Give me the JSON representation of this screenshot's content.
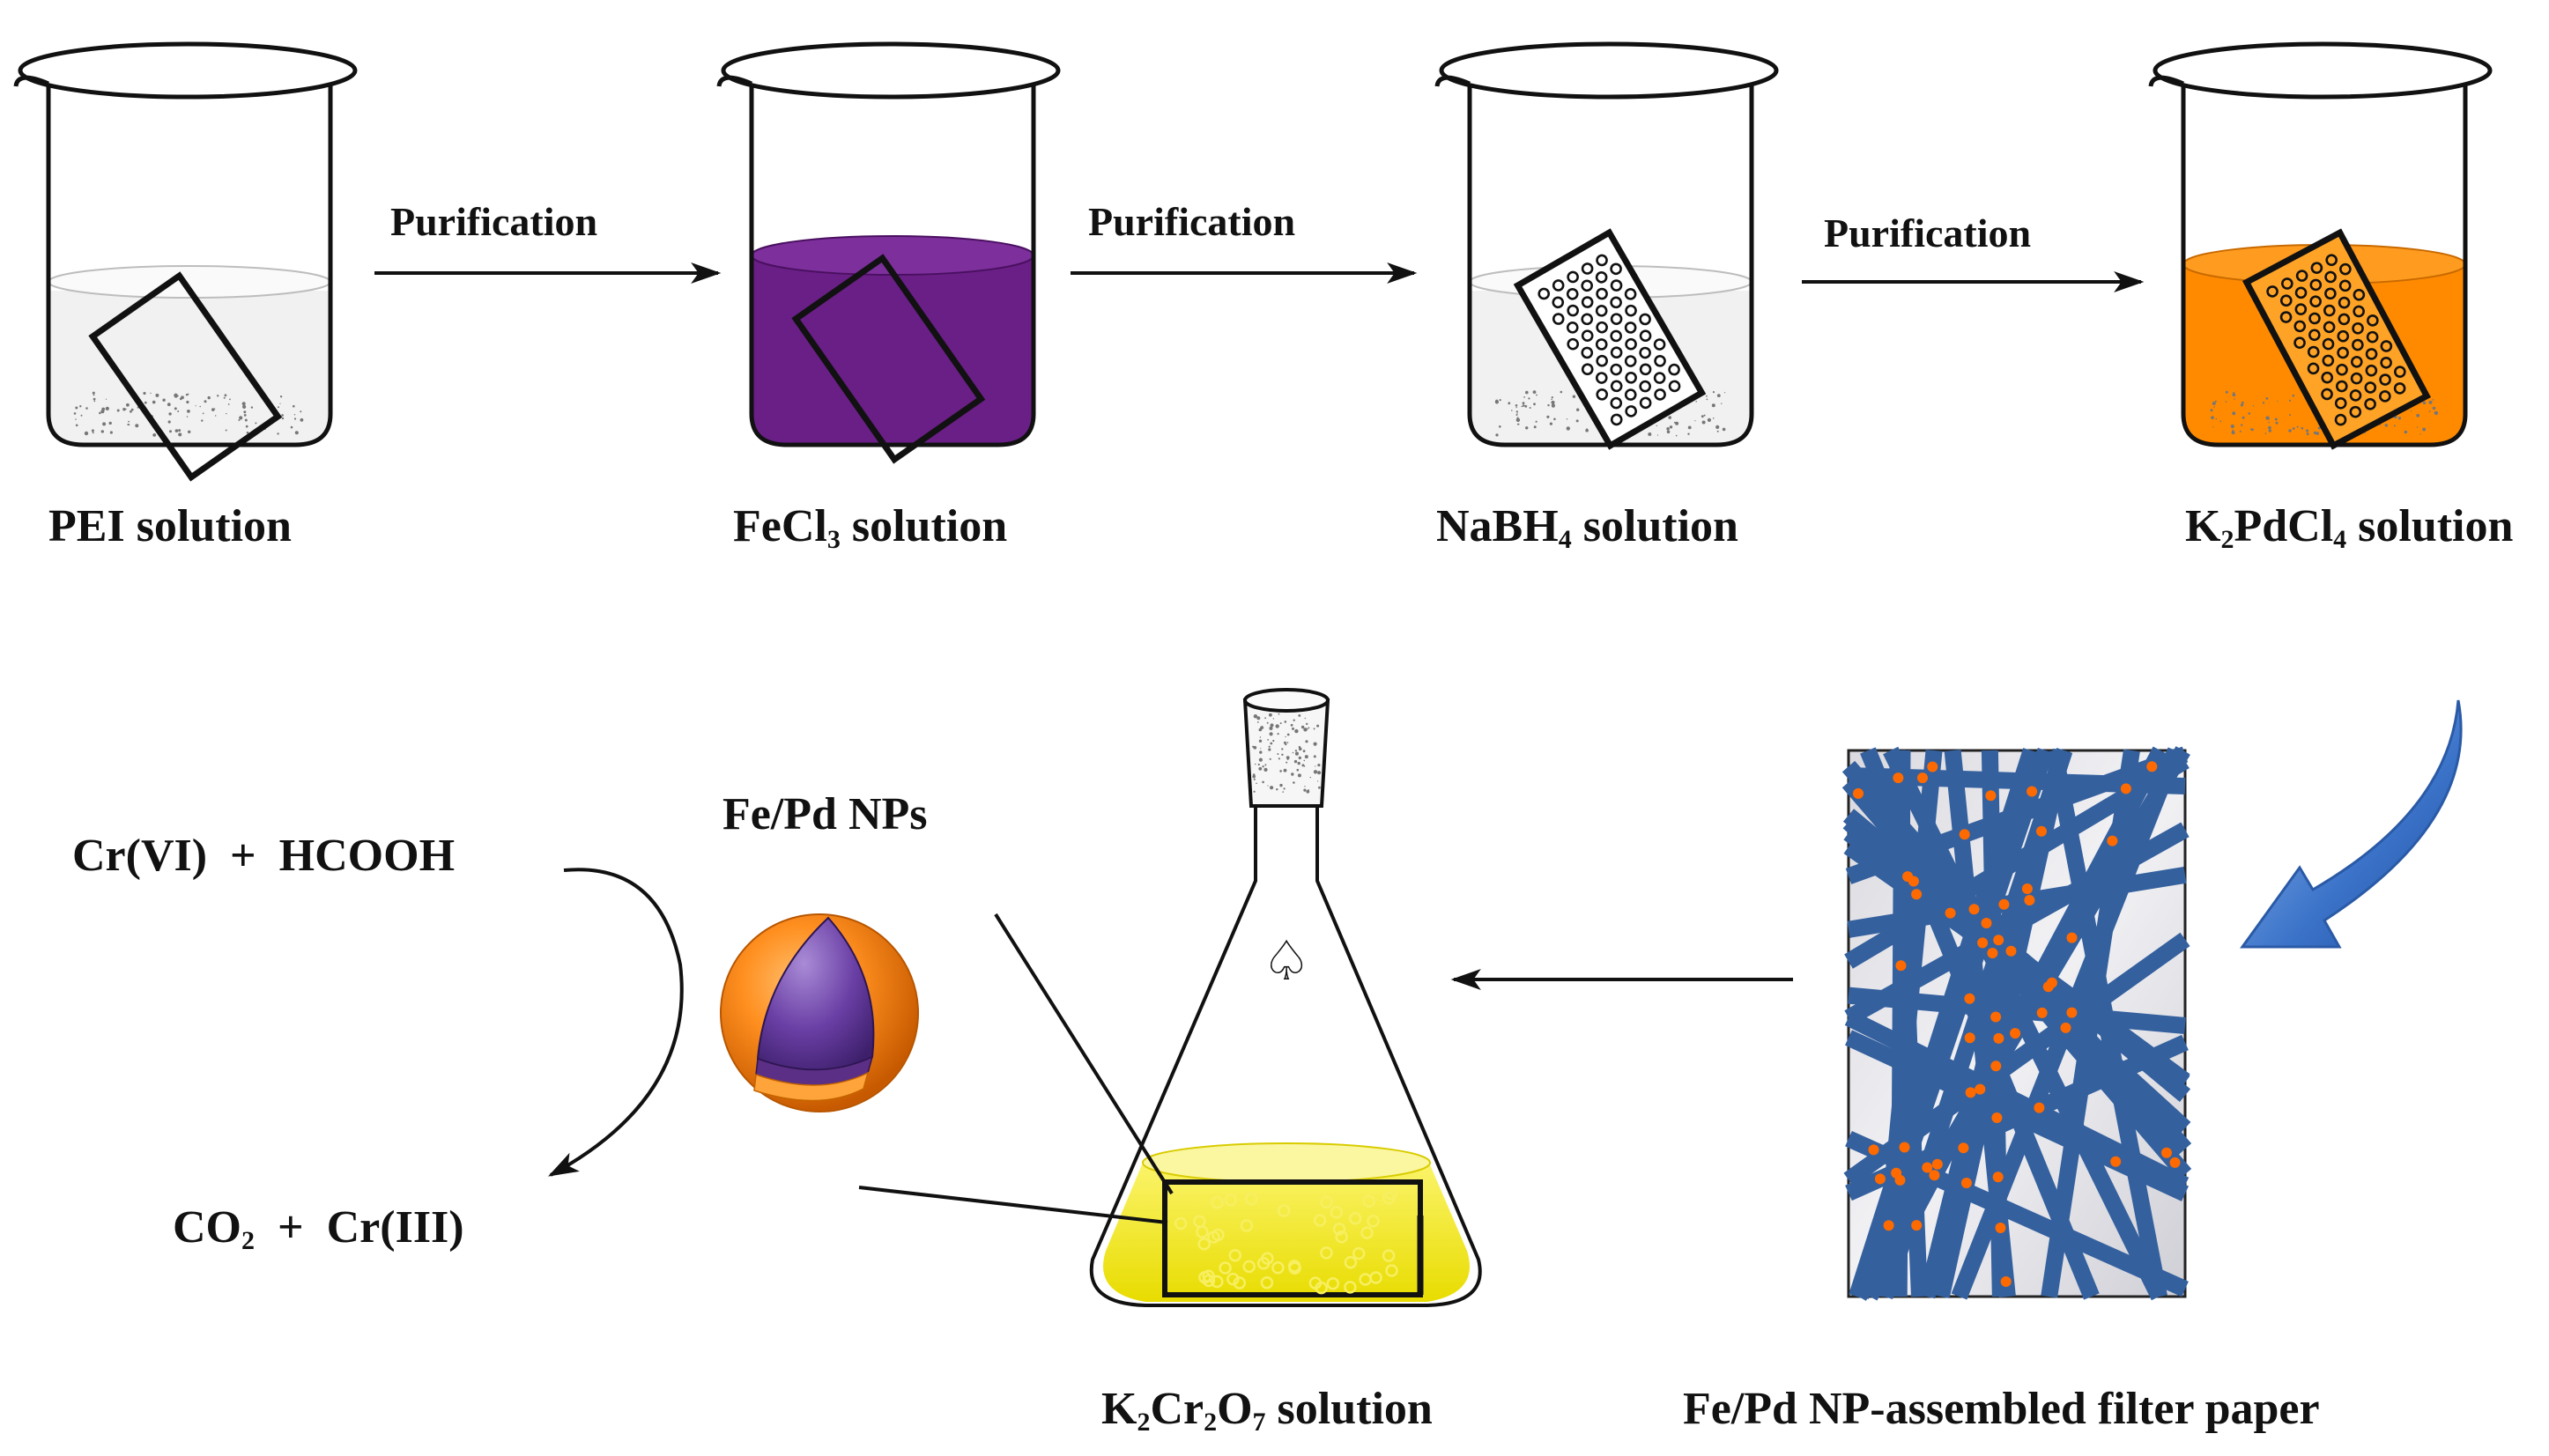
{
  "colors": {
    "fecl3": "#6a1f86",
    "k2pdcl4": "#ff8a00",
    "k2cr2o7": "#f5ea00",
    "fiber": "#34609e",
    "np_dot": "#ff6a00",
    "blue_arrow": "#3b73c9"
  },
  "steps": {
    "purification_1": "Purification",
    "purification_2": "Purification",
    "purification_3": "Purification"
  },
  "beakers": {
    "pei": {
      "name": "PEI",
      "suffix": "solution"
    },
    "fecl3": {
      "main": "FeCl",
      "sub": "3",
      "suffix": "solution"
    },
    "nabh4": {
      "main": "NaBH",
      "sub": "4",
      "suffix": "solution"
    },
    "k2pdcl4": {
      "p1": "K",
      "s1": "2",
      "p2": "PdCl",
      "s2": "4",
      "suffix": "solution"
    }
  },
  "flask": {
    "p1": "K",
    "s1": "2",
    "p2": "Cr",
    "s2": "2",
    "p3": "O",
    "s3": "7",
    "suffix": "solution",
    "symbol": "♤"
  },
  "filter_paper": {
    "label": "Fe/Pd NP-assembled filter paper"
  },
  "nanoparticle": {
    "label": "Fe/Pd NPs"
  },
  "reaction": {
    "reactants": "Cr(VI)  +  HCOOH",
    "prod_co": "CO",
    "prod_sub": "2",
    "prod_rest": "  +  Cr(III)"
  }
}
